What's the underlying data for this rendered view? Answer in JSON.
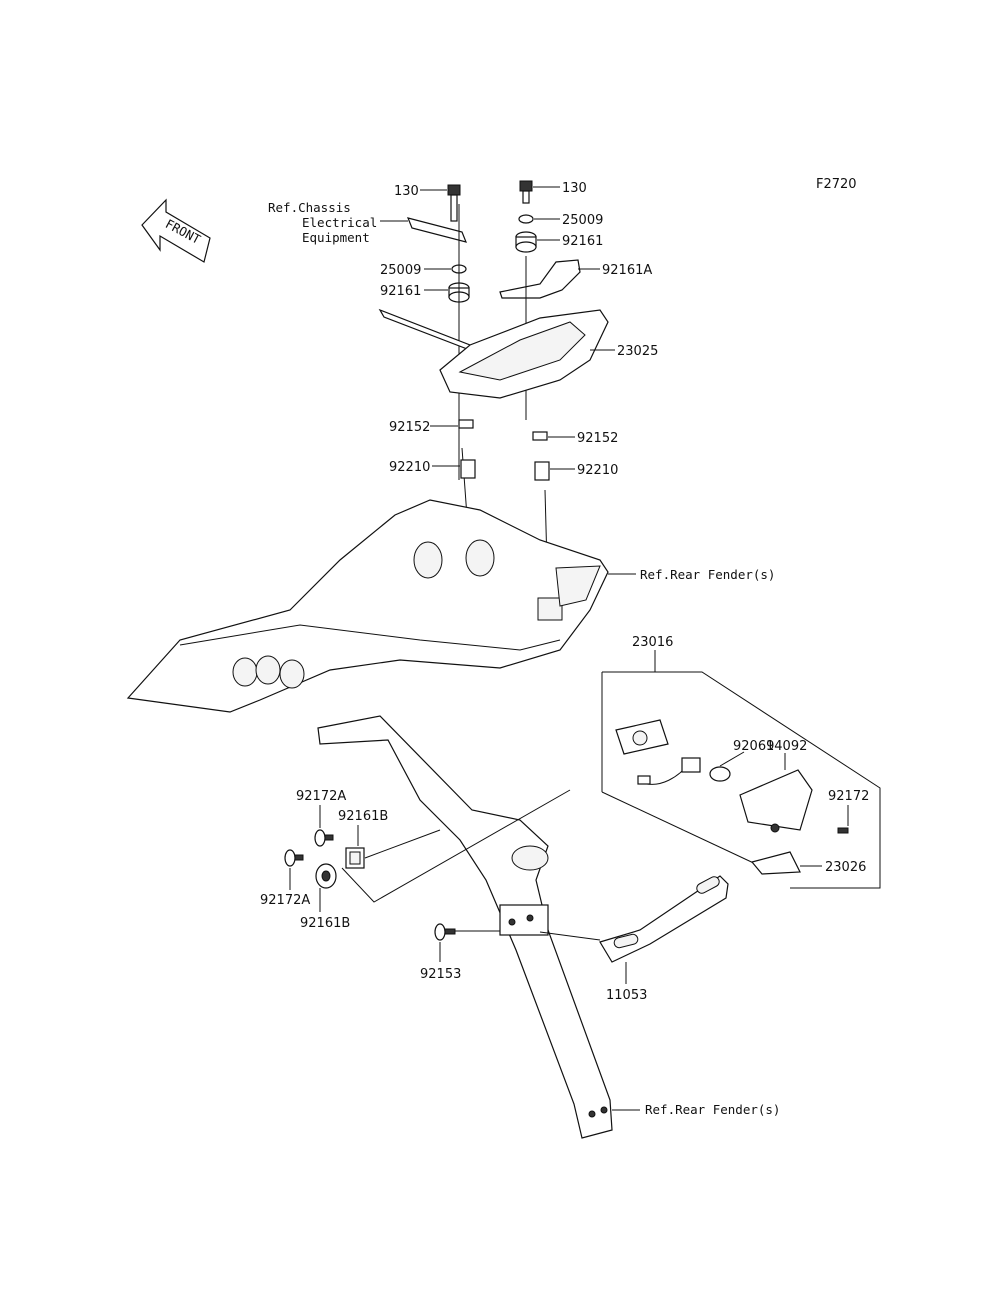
{
  "figure_code": "F2720",
  "front_arrow": {
    "text": "FRONT"
  },
  "refs": {
    "chassis_line1": "Ref.Chassis",
    "chassis_line2": "Electrical",
    "chassis_line3": "Equipment",
    "rear_fender_top": "Ref.Rear Fender(s)",
    "rear_fender_bottom": "Ref.Rear Fender(s)"
  },
  "labels": {
    "p130_left": "130",
    "p130_right": "130",
    "p25009_left": "25009",
    "p25009_right": "25009",
    "p92161_left": "92161",
    "p92161_right": "92161",
    "p92161A": "92161A",
    "p23025": "23025",
    "p92152_left": "92152",
    "p92152_right": "92152",
    "p92210_left": "92210",
    "p92210_right": "92210",
    "p23016": "23016",
    "p92069": "92069",
    "p14092": "14092",
    "p92172": "92172",
    "p23026": "23026",
    "p92172A_top": "92172A",
    "p92172A_bottom": "92172A",
    "p92161B_top": "92161B",
    "p92161B_bottom": "92161B",
    "p92153": "92153",
    "p11053": "11053"
  }
}
